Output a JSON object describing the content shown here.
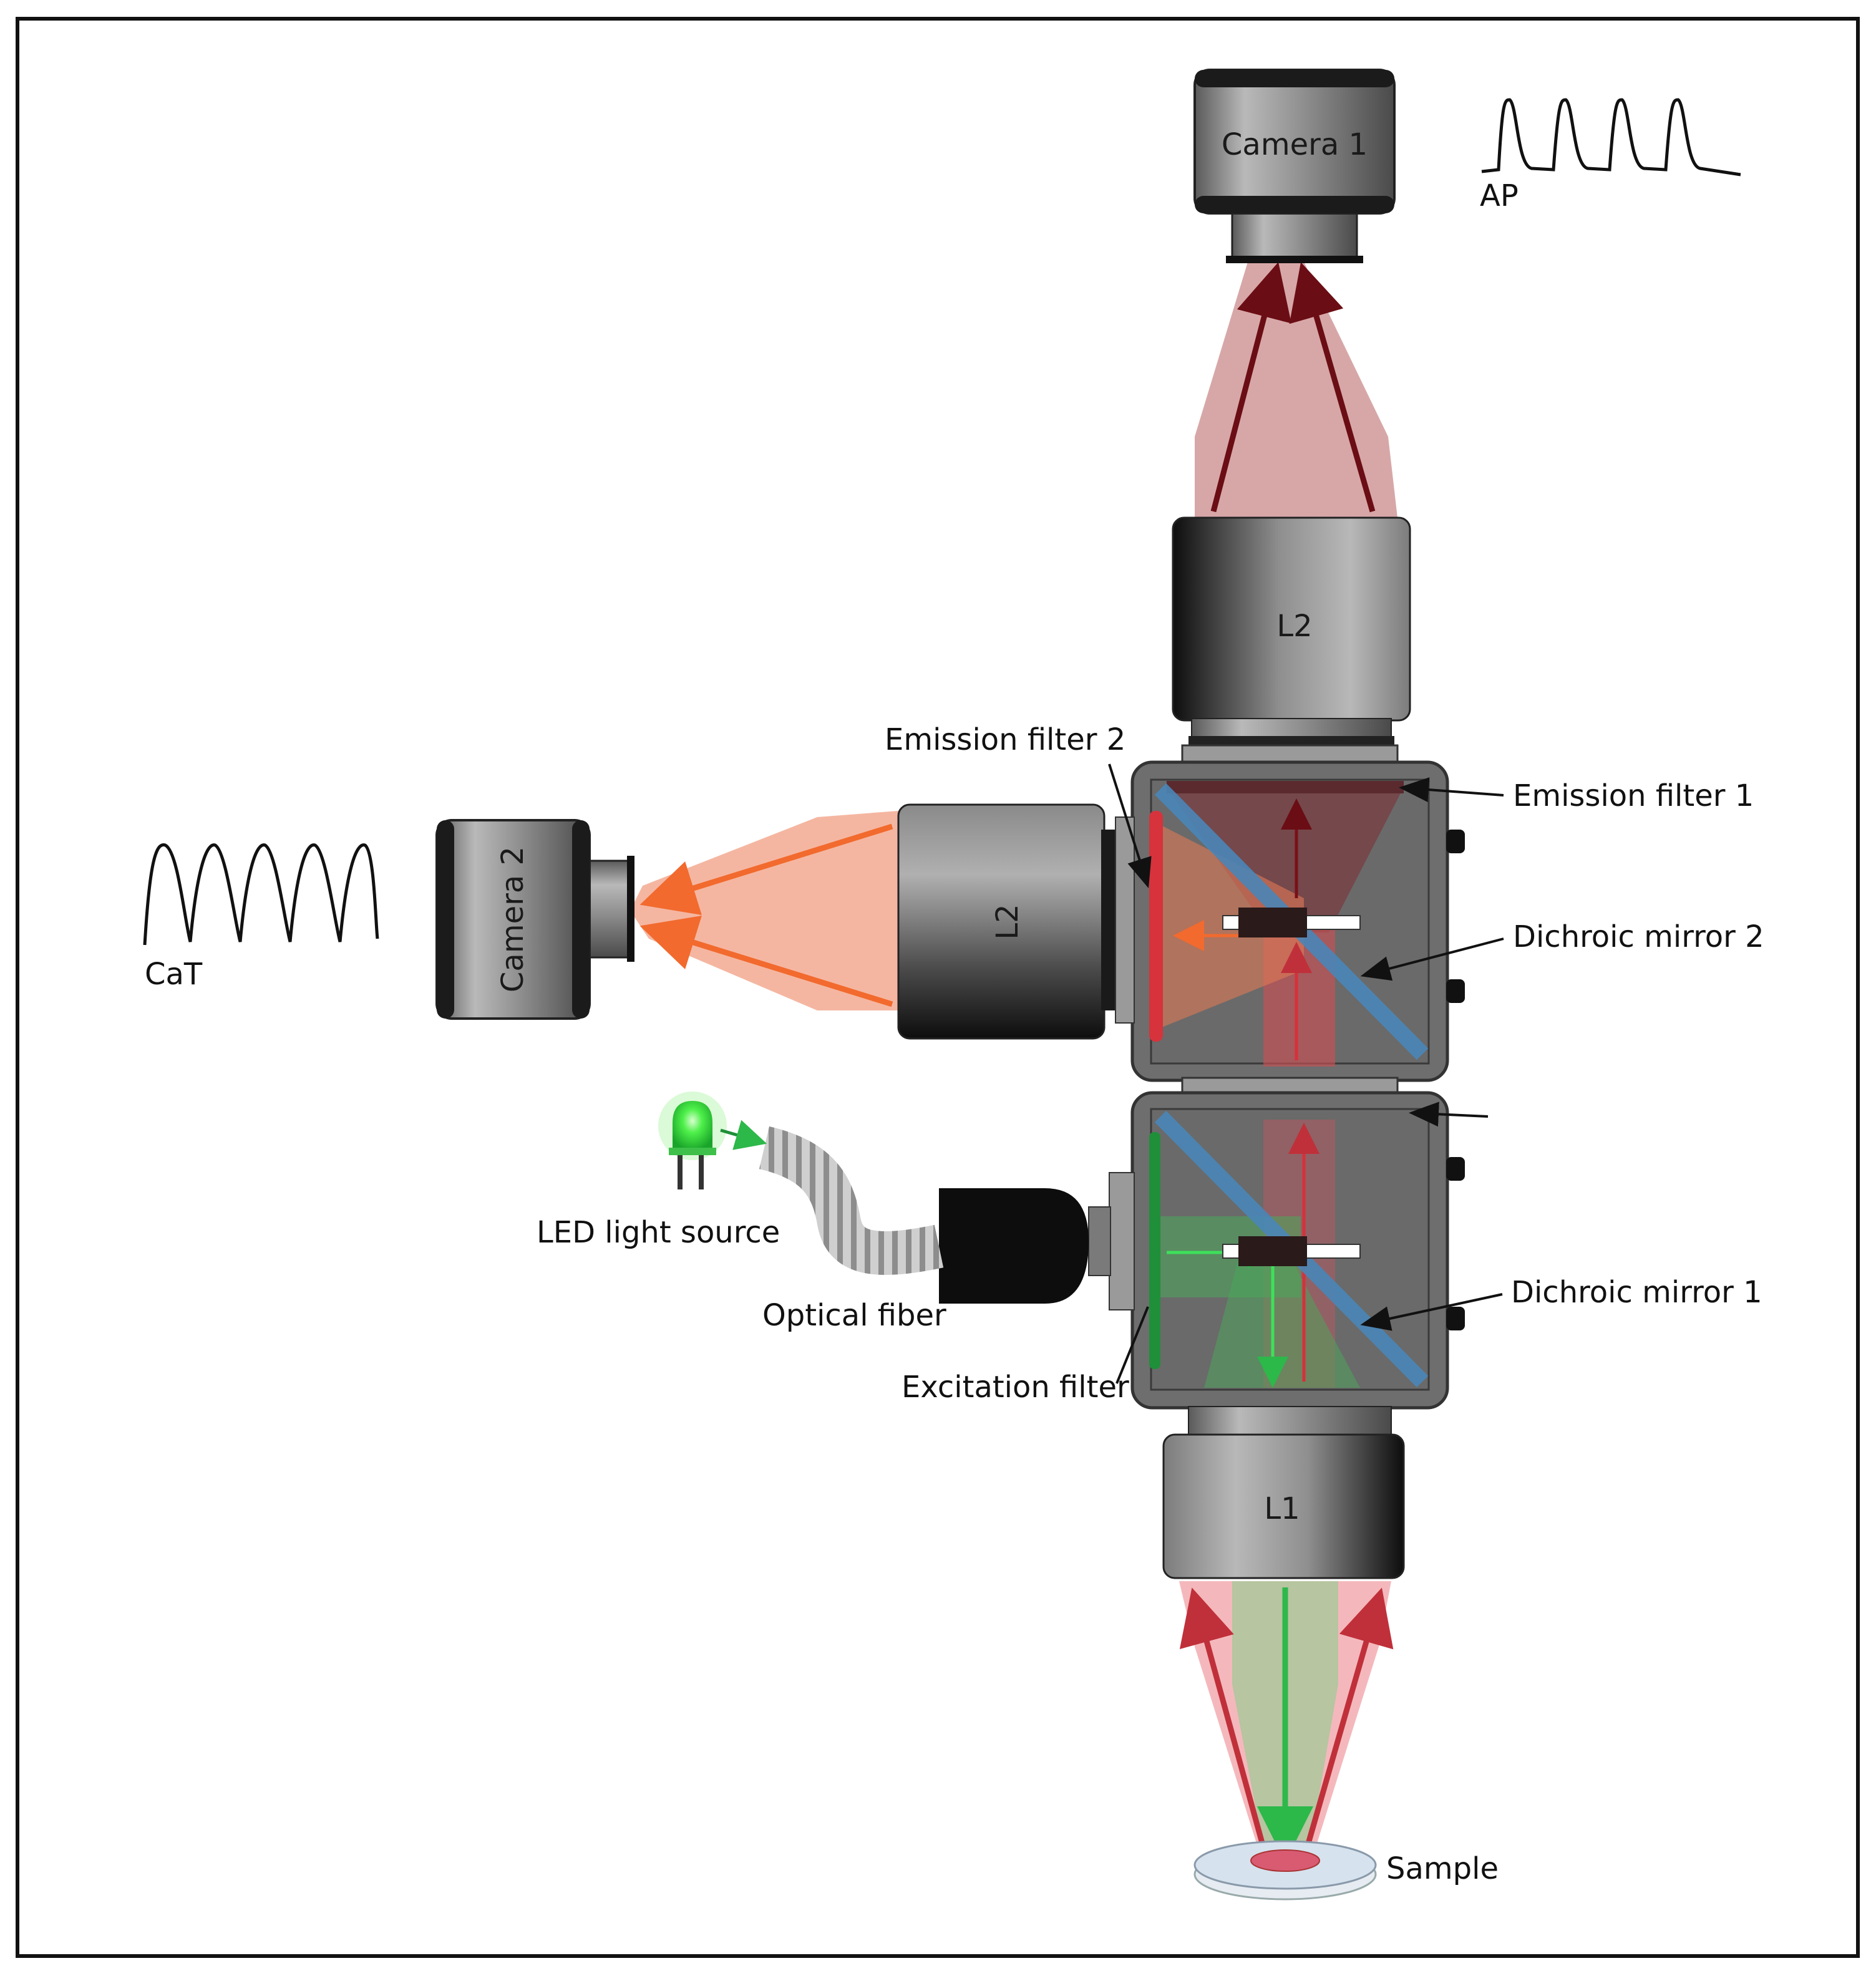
{
  "labels": {
    "camera1": "Camera 1",
    "camera2": "Camera 2",
    "l2_top": "L2",
    "l2_left": "L2",
    "l1": "L1",
    "ap": "AP",
    "cat": "CaT",
    "emission_filter_1": "Emission filter 1",
    "emission_filter_2": "Emission filter 2",
    "dichroic_mirror_1": "Dichroic mirror 1",
    "dichroic_mirror_2": "Dichroic mirror 2",
    "excitation_filter": "Excitation filter",
    "led_light_source": "LED light source",
    "optical_fiber": "Optical fiber",
    "sample": "Sample"
  },
  "colors": {
    "emission_red": "#c0303a",
    "dark_red": "#6b0d14",
    "orange_emission": "#f26a2e",
    "excitation_green": "#2db84a",
    "dichroic_blue": "#4a86b8",
    "housing_gray": "#6e6e6e"
  }
}
